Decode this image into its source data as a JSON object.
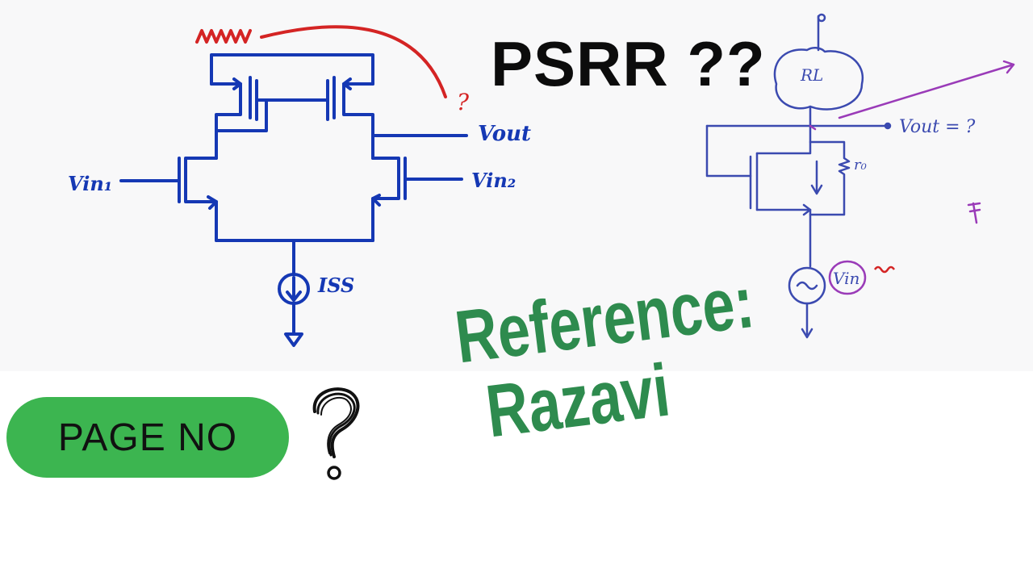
{
  "title": "PSRR ??",
  "reference": {
    "line1": "Reference:",
    "line2": "Razavi"
  },
  "page_badge": {
    "label": "PAGE NO",
    "icon": "question-mark-icon"
  },
  "diagram_left": {
    "labels": {
      "vin1": "Vin₁",
      "vin2": "Vin₂",
      "vout": "Vout",
      "iss": "ISS",
      "question": "?"
    },
    "colors": {
      "wire": "#1538b4",
      "noise": "#d42424"
    }
  },
  "diagram_right": {
    "labels": {
      "rl": "RL",
      "vout": "Vout = ?",
      "ro": "r₀",
      "vin": "Vin"
    },
    "colors": {
      "wire": "#3b4ab0",
      "annotation": "#9a3bb8",
      "noise": "#d42424"
    }
  },
  "colors": {
    "reference_text": "#2e8b4e",
    "badge_bg": "#3cb550"
  }
}
